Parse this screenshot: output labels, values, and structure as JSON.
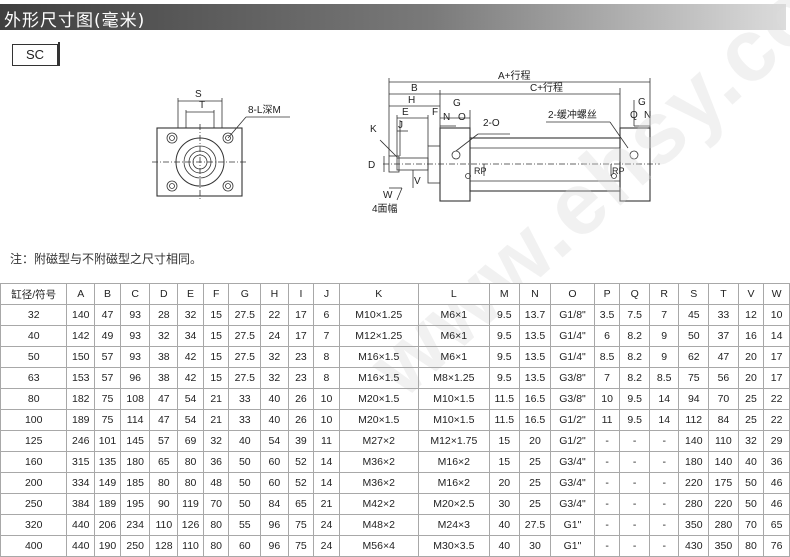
{
  "title": "外形尺寸图(毫米)",
  "model_label": "SC",
  "note": "注：附磁型与不附磁型之尺寸相同。",
  "watermark": "www.ehsy.com",
  "drawing_labels": {
    "S": "S",
    "T": "T",
    "thread": "8-L深M",
    "A": "A+行程",
    "C": "C+行程",
    "B": "B",
    "H": "H",
    "E": "E",
    "F": "F",
    "G": "G",
    "J": "J",
    "K": "K",
    "N": "N",
    "O": "O",
    "Q": "Q",
    "port": "2-O",
    "cushion": "2-缓冲螺丝",
    "D": "D",
    "V": "V",
    "W": "W",
    "RP": "RP",
    "flats": "4面幅"
  },
  "table": {
    "headers": [
      "缸径/符号",
      "A",
      "B",
      "C",
      "D",
      "E",
      "F",
      "G",
      "H",
      "I",
      "J",
      "K",
      "L",
      "M",
      "N",
      "O",
      "P",
      "Q",
      "R",
      "S",
      "T",
      "V",
      "W"
    ],
    "rows": [
      [
        "32",
        "140",
        "47",
        "93",
        "28",
        "32",
        "15",
        "27.5",
        "22",
        "17",
        "6",
        "M10×1.25",
        "M6×1",
        "9.5",
        "13.7",
        "G1/8\"",
        "3.5",
        "7.5",
        "7",
        "45",
        "33",
        "12",
        "10"
      ],
      [
        "40",
        "142",
        "49",
        "93",
        "32",
        "34",
        "15",
        "27.5",
        "24",
        "17",
        "7",
        "M12×1.25",
        "M6×1",
        "9.5",
        "13.5",
        "G1/4\"",
        "6",
        "8.2",
        "9",
        "50",
        "37",
        "16",
        "14"
      ],
      [
        "50",
        "150",
        "57",
        "93",
        "38",
        "42",
        "15",
        "27.5",
        "32",
        "23",
        "8",
        "M16×1.5",
        "M6×1",
        "9.5",
        "13.5",
        "G1/4\"",
        "8.5",
        "8.2",
        "9",
        "62",
        "47",
        "20",
        "17"
      ],
      [
        "63",
        "153",
        "57",
        "96",
        "38",
        "42",
        "15",
        "27.5",
        "32",
        "23",
        "8",
        "M16×1.5",
        "M8×1.25",
        "9.5",
        "13.5",
        "G3/8\"",
        "7",
        "8.2",
        "8.5",
        "75",
        "56",
        "20",
        "17"
      ],
      [
        "80",
        "182",
        "75",
        "108",
        "47",
        "54",
        "21",
        "33",
        "40",
        "26",
        "10",
        "M20×1.5",
        "M10×1.5",
        "11.5",
        "16.5",
        "G3/8\"",
        "10",
        "9.5",
        "14",
        "94",
        "70",
        "25",
        "22"
      ],
      [
        "100",
        "189",
        "75",
        "114",
        "47",
        "54",
        "21",
        "33",
        "40",
        "26",
        "10",
        "M20×1.5",
        "M10×1.5",
        "11.5",
        "16.5",
        "G1/2\"",
        "11",
        "9.5",
        "14",
        "112",
        "84",
        "25",
        "22"
      ],
      [
        "125",
        "246",
        "101",
        "145",
        "57",
        "69",
        "32",
        "40",
        "54",
        "39",
        "11",
        "M27×2",
        "M12×1.75",
        "15",
        "20",
        "G1/2\"",
        "-",
        "-",
        "-",
        "140",
        "110",
        "32",
        "29"
      ],
      [
        "160",
        "315",
        "135",
        "180",
        "65",
        "80",
        "36",
        "50",
        "60",
        "52",
        "14",
        "M36×2",
        "M16×2",
        "15",
        "25",
        "G3/4\"",
        "-",
        "-",
        "-",
        "180",
        "140",
        "40",
        "36"
      ],
      [
        "200",
        "334",
        "149",
        "185",
        "80",
        "80",
        "48",
        "50",
        "60",
        "52",
        "14",
        "M36×2",
        "M16×2",
        "20",
        "25",
        "G3/4\"",
        "-",
        "-",
        "-",
        "220",
        "175",
        "50",
        "46"
      ],
      [
        "250",
        "384",
        "189",
        "195",
        "90",
        "119",
        "70",
        "50",
        "84",
        "65",
        "21",
        "M42×2",
        "M20×2.5",
        "30",
        "25",
        "G3/4\"",
        "-",
        "-",
        "-",
        "280",
        "220",
        "50",
        "46"
      ],
      [
        "320",
        "440",
        "206",
        "234",
        "110",
        "126",
        "80",
        "55",
        "96",
        "75",
        "24",
        "M48×2",
        "M24×3",
        "40",
        "27.5",
        "G1\"",
        "-",
        "-",
        "-",
        "350",
        "280",
        "70",
        "65"
      ],
      [
        "400",
        "440",
        "190",
        "250",
        "128",
        "110",
        "80",
        "60",
        "96",
        "75",
        "24",
        "M56×4",
        "M30×3.5",
        "40",
        "30",
        "G1\"",
        "-",
        "-",
        "-",
        "430",
        "350",
        "80",
        "76"
      ]
    ]
  }
}
